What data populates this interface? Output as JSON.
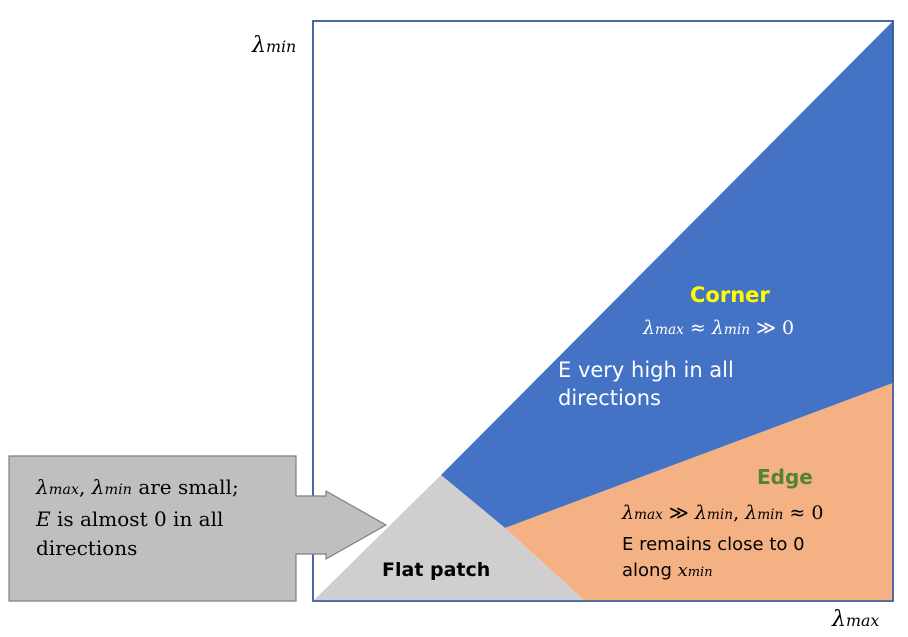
{
  "axes": {
    "y_label": "λmin",
    "x_label": "λmax",
    "y_label_symbol": "λ",
    "y_label_subscript": "min",
    "x_label_symbol": "λ",
    "x_label_subscript": "max"
  },
  "regions": {
    "corner": {
      "title": "Corner",
      "condition": "λmax ≈ λmin ≫ 0",
      "condition_parts": {
        "lam1": "λ",
        "sub1": "max",
        "rel1": " ≈ ",
        "lam2": "λ",
        "sub2": "min",
        "rel2": " ≫ 0"
      },
      "description_line1": "E very high in all",
      "description_line2": "directions"
    },
    "edge": {
      "title": "Edge",
      "condition": "λmax ≫ λmin, λmin ≈ 0",
      "condition_parts": {
        "lam1": "λ",
        "sub1": "max",
        "rel1": " ≫ ",
        "lam2": "λ",
        "sub2": "min",
        "sep": ", ",
        "lam3": "λ",
        "sub3": "min",
        "rel3": " ≈ 0"
      },
      "description_line1": "E remains close to 0",
      "description_line2_prefix": "along ",
      "description_line2_var": "x",
      "description_line2_sub": "min"
    },
    "flat": {
      "title": "Flat patch"
    }
  },
  "callout": {
    "line1": "λmax, λmin are small;",
    "line1_parts": {
      "lam1": "λ",
      "sub1": "max",
      "sep": ", ",
      "lam2": "λ",
      "sub2": "min",
      "rest": " are small;"
    },
    "line2_var": "E",
    "line2_rest": " is almost 0 in all",
    "line3": "directions"
  },
  "colors": {
    "corner": "#4472C4",
    "edge": "#F4B183",
    "flat": "#D0CECE",
    "corner_title": "#FFFF00",
    "edge_title": "#538135",
    "callout_fill": "#BFBFBF",
    "frame": "#2F5597"
  }
}
